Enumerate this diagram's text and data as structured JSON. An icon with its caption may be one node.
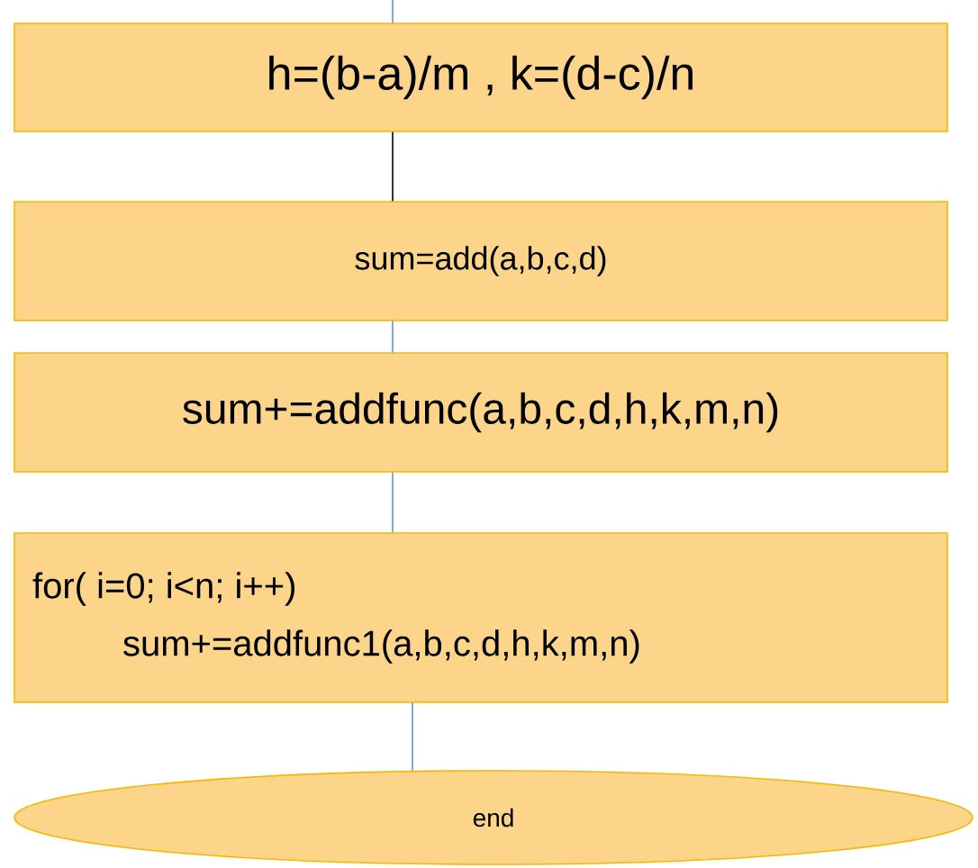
{
  "diagram": {
    "nodes": [
      {
        "text": [
          "h=(b-a)/m ,  k=(d-c)/n"
        ]
      },
      {
        "text": [
          "sum=add(a,b,c,d)"
        ]
      },
      {
        "text": [
          "sum+=addfunc(a,b,c,d,h,k,m,n)"
        ]
      },
      {
        "text": [
          "for( i=0; i<n; i++)",
          "sum+=addfunc1(a,b,c,d,h,k,m,n)"
        ]
      },
      {
        "text": [
          "end"
        ]
      }
    ],
    "edges": [
      {
        "from": null,
        "to": 0,
        "arrow": "none"
      },
      {
        "from": 0,
        "to": 1,
        "arrow": "none",
        "color": "#000000"
      },
      {
        "from": 1,
        "to": 2,
        "arrow": "none"
      },
      {
        "from": 2,
        "to": 3,
        "arrow": "none"
      },
      {
        "from": 3,
        "to": 4,
        "arrow": "none"
      }
    ]
  }
}
